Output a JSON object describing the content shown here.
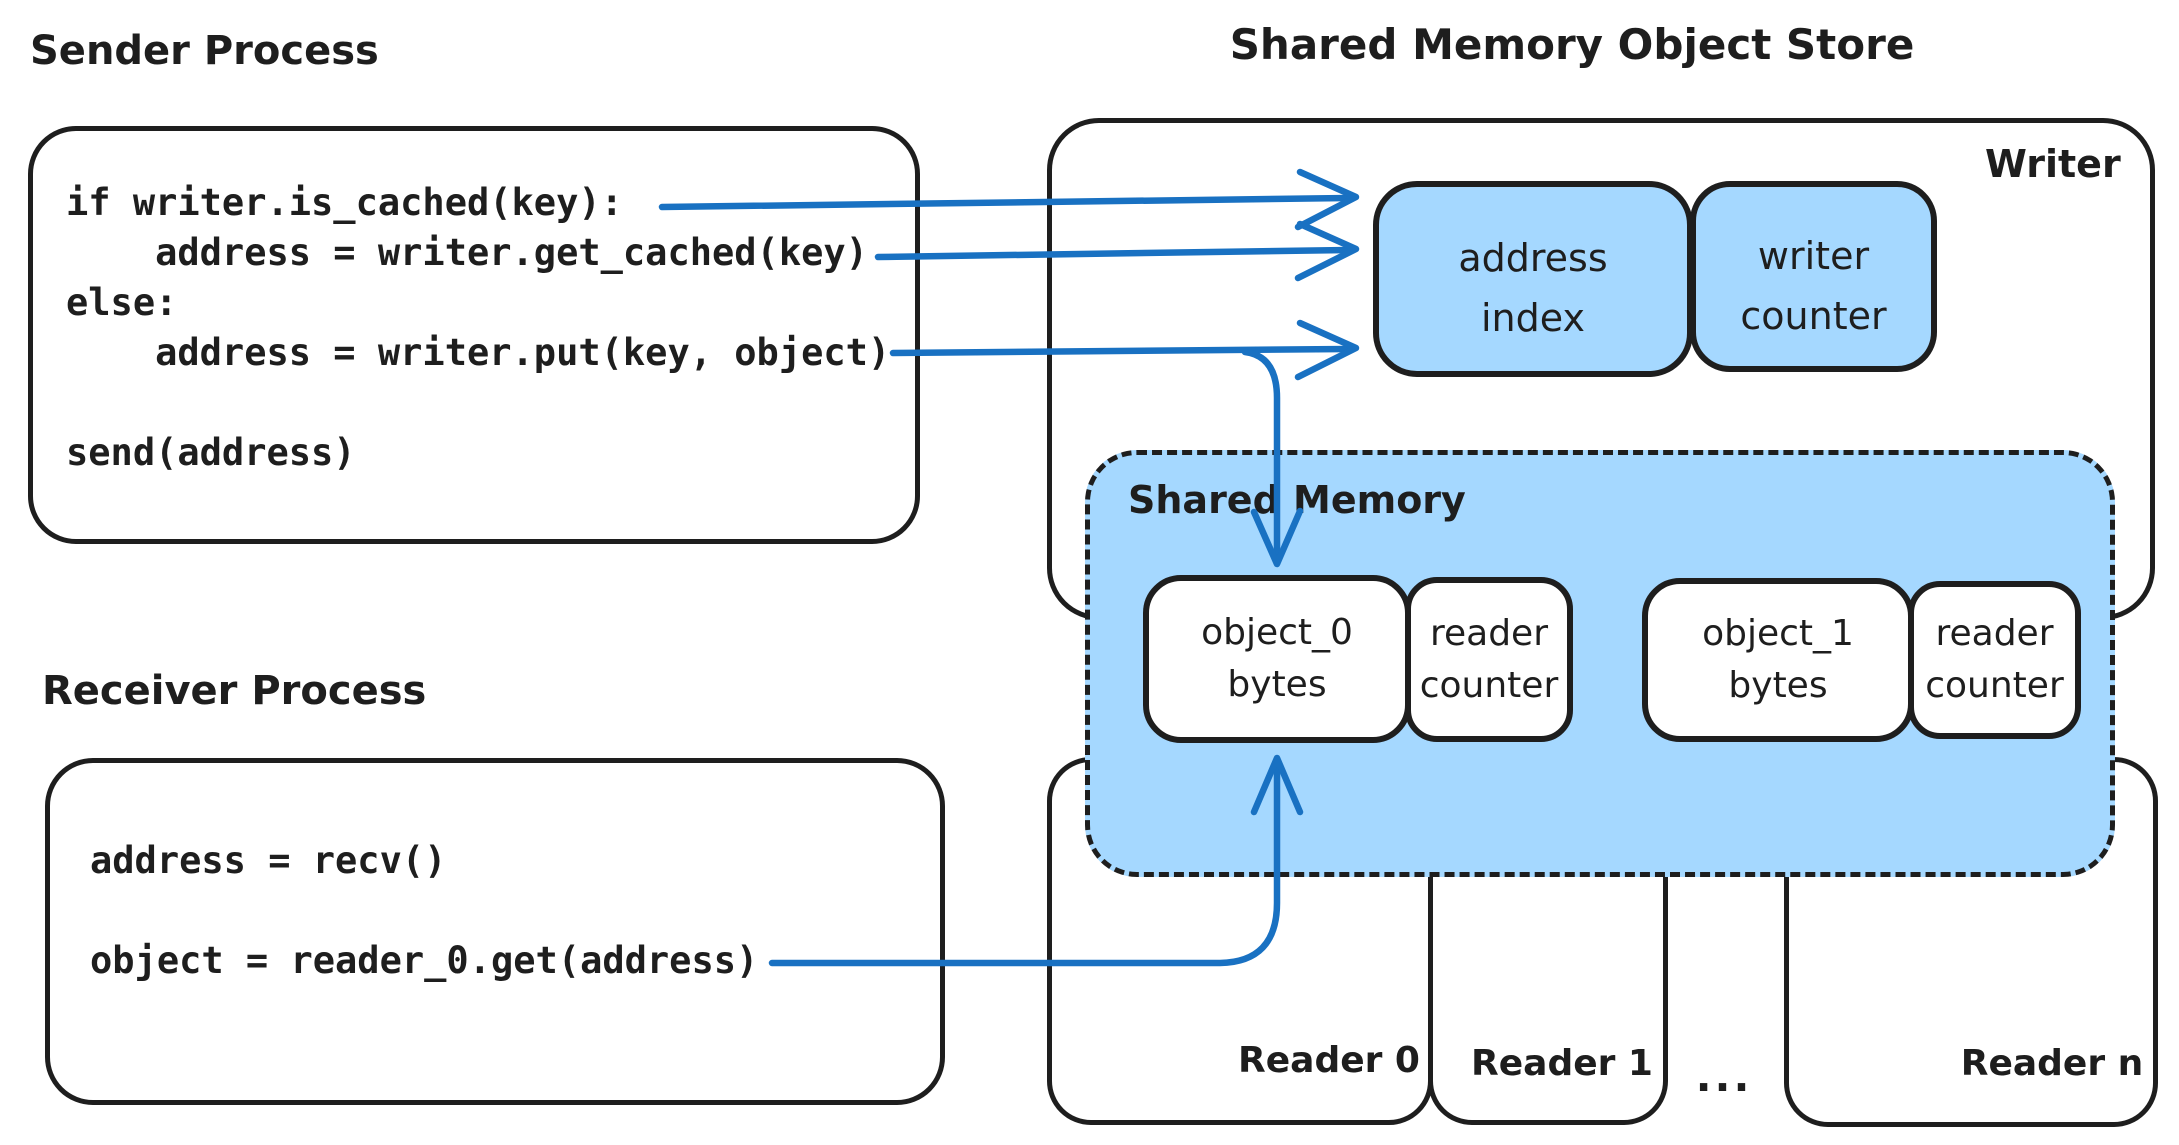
{
  "title": "Shared Memory Object Store",
  "colors": {
    "arrow_blue": "#1971c2",
    "light_blue_fill": "#a5d8ff",
    "stroke_black": "#1e1e1e"
  },
  "sender": {
    "label": "Sender Process",
    "code": [
      "if writer.is_cached(key):",
      "    address = writer.get_cached(key)",
      "else:",
      "    address = writer.put(key, object)",
      "",
      "send(address)"
    ]
  },
  "receiver": {
    "label": "Receiver Process",
    "code": [
      "address = recv()",
      "",
      "object = reader_0.get(address)"
    ]
  },
  "store": {
    "writer_label": "Writer",
    "address_index": [
      "address",
      "index"
    ],
    "writer_counter": [
      "writer",
      "counter"
    ],
    "shared_memory_label": "Shared Memory",
    "cells": {
      "object0": [
        "object_0",
        "bytes"
      ],
      "reader_counter_a": [
        "reader",
        "counter"
      ],
      "object1": [
        "object_1",
        "bytes"
      ],
      "reader_counter_b": [
        "reader",
        "counter"
      ]
    }
  },
  "readers": {
    "reader0": "Reader 0",
    "reader1": "Reader 1",
    "ellipsis": "...",
    "readern": "Reader n"
  }
}
